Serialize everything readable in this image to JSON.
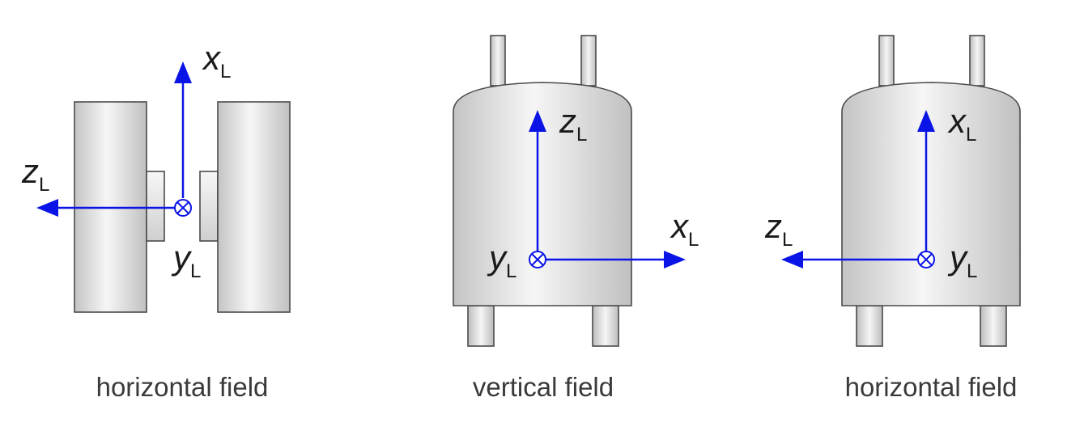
{
  "panels": [
    {
      "caption": "horizontal field",
      "axes": {
        "up": {
          "letter": "x",
          "sub": "L"
        },
        "side": {
          "letter": "z",
          "sub": "L"
        },
        "into": {
          "letter": "y",
          "sub": "L"
        }
      }
    },
    {
      "caption": "vertical field",
      "axes": {
        "up": {
          "letter": "z",
          "sub": "L"
        },
        "side": {
          "letter": "x",
          "sub": "L"
        },
        "into": {
          "letter": "y",
          "sub": "L"
        }
      }
    },
    {
      "caption": "horizontal field",
      "axes": {
        "up": {
          "letter": "x",
          "sub": "L"
        },
        "side": {
          "letter": "z",
          "sub": "L"
        },
        "into": {
          "letter": "y",
          "sub": "L"
        }
      }
    }
  ],
  "colors": {
    "axis": "#0a14e6",
    "magnet_fill_light": "#f4f4f4",
    "magnet_fill_dark": "#bdbdbd",
    "outline": "#4a4a4a"
  }
}
